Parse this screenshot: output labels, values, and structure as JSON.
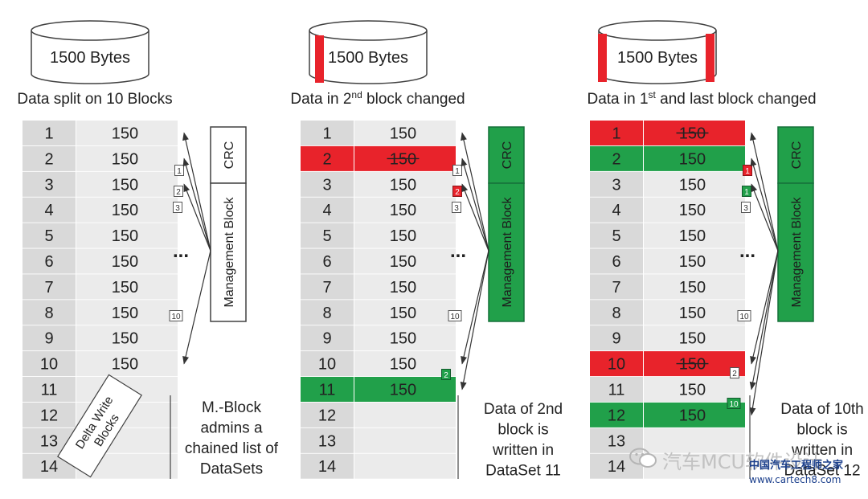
{
  "panels": [
    {
      "id": "p1",
      "disk_label": "1500 Bytes",
      "heading": "Data split on 10 Blocks",
      "heading_sup": "",
      "heading_post": "",
      "rows": [
        {
          "n": "1",
          "v": "150",
          "state": "normal"
        },
        {
          "n": "2",
          "v": "150",
          "state": "normal"
        },
        {
          "n": "3",
          "v": "150",
          "state": "normal"
        },
        {
          "n": "4",
          "v": "150",
          "state": "normal"
        },
        {
          "n": "5",
          "v": "150",
          "state": "normal"
        },
        {
          "n": "6",
          "v": "150",
          "state": "normal"
        },
        {
          "n": "7",
          "v": "150",
          "state": "normal"
        },
        {
          "n": "8",
          "v": "150",
          "state": "normal"
        },
        {
          "n": "9",
          "v": "150",
          "state": "normal"
        },
        {
          "n": "10",
          "v": "150",
          "state": "normal"
        },
        {
          "n": "11",
          "v": "",
          "state": "normal"
        },
        {
          "n": "12",
          "v": "",
          "state": "normal"
        },
        {
          "n": "13",
          "v": "",
          "state": "normal"
        },
        {
          "n": "14",
          "v": "",
          "state": "normal"
        }
      ],
      "crc_label": "CRC",
      "mgmt_label": "Management Block",
      "mgmt_fill": "outline",
      "dots": "...",
      "links": [
        {
          "label": "1",
          "fill": "none"
        },
        {
          "label": "2",
          "fill": "none"
        },
        {
          "label": "3",
          "fill": "none"
        },
        {
          "label": "10",
          "fill": "none"
        }
      ],
      "delta_label": "Delta Write Blocks",
      "note": [
        "M.-Block",
        "admins a",
        "chained list of",
        "DataSets"
      ]
    },
    {
      "id": "p2",
      "disk_label": "1500 Bytes",
      "heading": "Data in 2",
      "heading_sup": "nd",
      "heading_post": " block changed",
      "rows": [
        {
          "n": "1",
          "v": "150",
          "state": "normal"
        },
        {
          "n": "2",
          "v": "150",
          "state": "changed"
        },
        {
          "n": "3",
          "v": "150",
          "state": "normal"
        },
        {
          "n": "4",
          "v": "150",
          "state": "normal"
        },
        {
          "n": "5",
          "v": "150",
          "state": "normal"
        },
        {
          "n": "6",
          "v": "150",
          "state": "normal"
        },
        {
          "n": "7",
          "v": "150",
          "state": "normal"
        },
        {
          "n": "8",
          "v": "150",
          "state": "normal"
        },
        {
          "n": "9",
          "v": "150",
          "state": "normal"
        },
        {
          "n": "10",
          "v": "150",
          "state": "normal"
        },
        {
          "n": "11",
          "v": "150",
          "state": "new"
        },
        {
          "n": "12",
          "v": "",
          "state": "normal"
        },
        {
          "n": "13",
          "v": "",
          "state": "normal"
        },
        {
          "n": "14",
          "v": "",
          "state": "normal"
        }
      ],
      "crc_label": "CRC",
      "mgmt_label": "Management Block",
      "mgmt_fill": "green",
      "dots": "...",
      "links": [
        {
          "label": "1",
          "fill": "none"
        },
        {
          "label": "2",
          "fill": "red"
        },
        {
          "label": "3",
          "fill": "none"
        },
        {
          "label": "10",
          "fill": "none"
        },
        {
          "label": "2",
          "fill": "green"
        }
      ],
      "note": [
        "Data of 2nd",
        "block is",
        "written in",
        "DataSet 11"
      ]
    },
    {
      "id": "p3",
      "disk_label": "1500 Bytes",
      "heading": "Data in 1",
      "heading_sup": "st",
      "heading_post": " and last block changed",
      "rows": [
        {
          "n": "1",
          "v": "150",
          "state": "changed"
        },
        {
          "n": "2",
          "v": "150",
          "state": "new"
        },
        {
          "n": "3",
          "v": "150",
          "state": "normal"
        },
        {
          "n": "4",
          "v": "150",
          "state": "normal"
        },
        {
          "n": "5",
          "v": "150",
          "state": "normal"
        },
        {
          "n": "6",
          "v": "150",
          "state": "normal"
        },
        {
          "n": "7",
          "v": "150",
          "state": "normal"
        },
        {
          "n": "8",
          "v": "150",
          "state": "normal"
        },
        {
          "n": "9",
          "v": "150",
          "state": "normal"
        },
        {
          "n": "10",
          "v": "150",
          "state": "changed"
        },
        {
          "n": "11",
          "v": "150",
          "state": "normal"
        },
        {
          "n": "12",
          "v": "150",
          "state": "new"
        },
        {
          "n": "13",
          "v": "",
          "state": "normal"
        },
        {
          "n": "14",
          "v": "",
          "state": "normal"
        }
      ],
      "crc_label": "CRC",
      "mgmt_label": "Management Block",
      "mgmt_fill": "green",
      "dots": "...",
      "links": [
        {
          "label": "1",
          "fill": "red"
        },
        {
          "label": "1",
          "fill": "green"
        },
        {
          "label": "3",
          "fill": "none"
        },
        {
          "label": "10",
          "fill": "none"
        },
        {
          "label": "2",
          "fill": "none"
        },
        {
          "label": "10",
          "fill": "green"
        }
      ],
      "note": [
        "Data of 10th",
        "block is",
        "written in",
        "DataSet 12"
      ]
    }
  ],
  "watermark": {
    "text": "汽车MCU软件设计",
    "site_cn": "中国汽车工程师之家",
    "site_url": "www.cartech8.com"
  },
  "colors": {
    "red": "#e8232b",
    "green": "#21a04a",
    "row_num_bg": "#d9d9d9",
    "row_val_bg": "#ebebeb",
    "outline": "#404040",
    "text": "#222222"
  }
}
